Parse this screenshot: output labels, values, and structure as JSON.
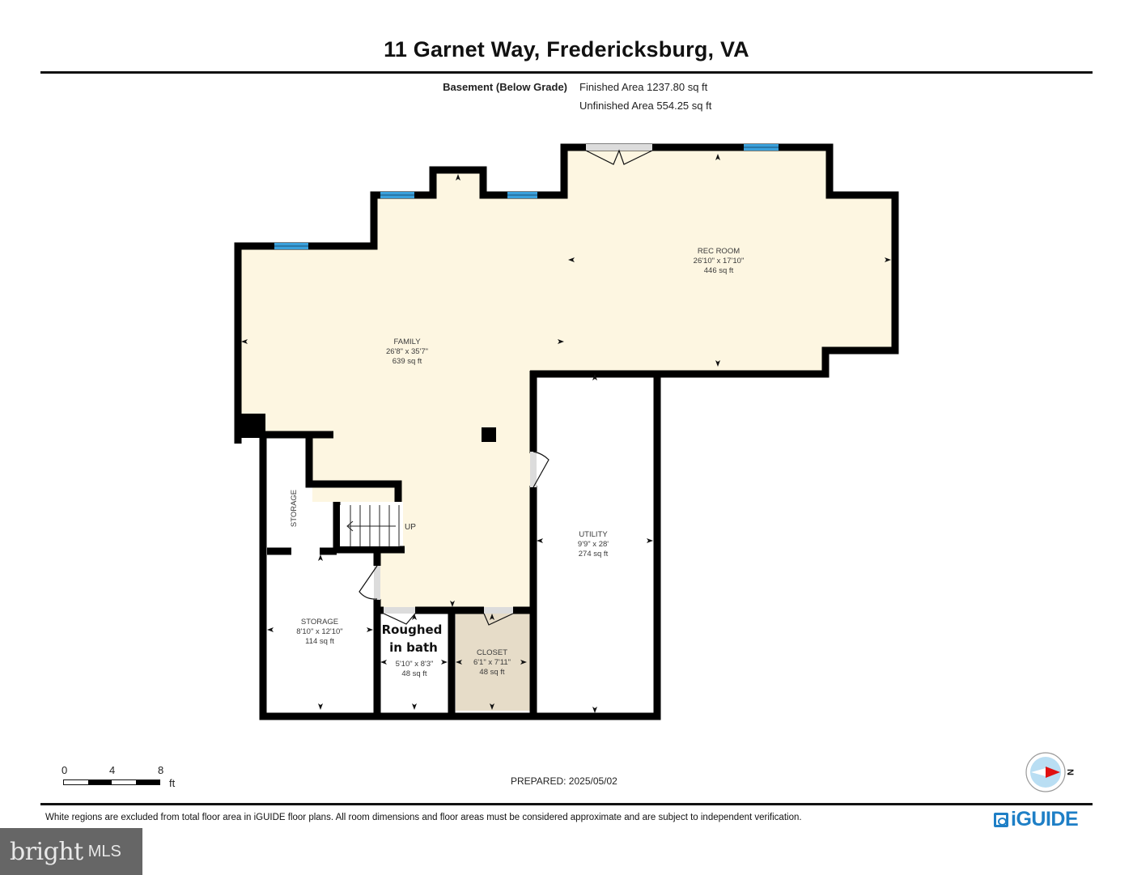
{
  "header": {
    "title": "11 Garnet Way, Fredericksburg, VA",
    "floor_label": "Basement (Below Grade)",
    "finished_area": "Finished Area 1237.80 sq ft",
    "unfinished_area": "Unfinished Area 554.25 sq ft"
  },
  "rooms": {
    "rec_room": {
      "name": "REC ROOM",
      "dims": "26'10\" x 17'10\"",
      "area": "446 sq ft"
    },
    "family": {
      "name": "FAMILY",
      "dims": "26'8\" x 35'7\"",
      "area": "639 sq ft"
    },
    "utility": {
      "name": "UTILITY",
      "dims": "9'9\" x 28'",
      "area": "274 sq ft"
    },
    "storage_small": {
      "name": "STORAGE"
    },
    "storage": {
      "name": "STORAGE",
      "dims": "8'10\" x 12'10\"",
      "area": "114 sq ft"
    },
    "bath": {
      "callout_line1": "Roughed",
      "callout_line2": "in bath",
      "dims": "5'10\" x 8'3\"",
      "area": "48 sq ft"
    },
    "closet": {
      "name": "CLOSET",
      "dims": "6'1\" x 7'11\"",
      "area": "48 sq ft"
    },
    "stairs_label": "UP"
  },
  "colors": {
    "finished_fill": "#fdf6e1",
    "closet_fill": "#e6dcc8",
    "wall": "#000000",
    "window": "#3aa0db",
    "door_swing": "#dcdcdc"
  },
  "scale": {
    "ticks": [
      "0",
      "4",
      "8"
    ],
    "unit": "ft"
  },
  "compass": {
    "label": "N"
  },
  "footer": {
    "prepared": "PREPARED: 2025/05/02",
    "disclaimer": "White regions are excluded from total floor area in iGUIDE floor plans. All room dimensions and floor areas must be considered approximate and are subject to independent verification.",
    "brand": "iGUIDE",
    "watermark_word": "bright",
    "watermark_suffix": "MLS"
  }
}
